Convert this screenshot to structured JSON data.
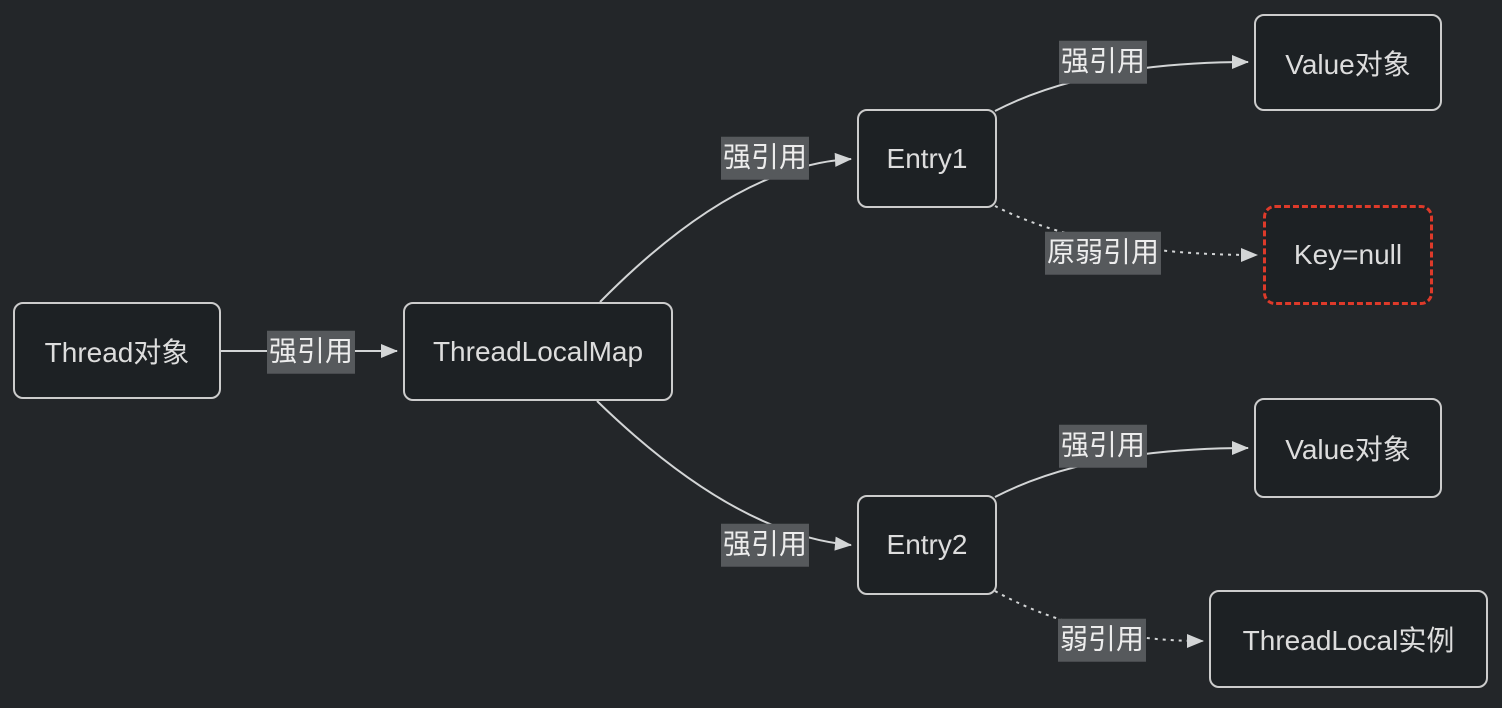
{
  "diagram": {
    "nodes": {
      "thread": {
        "label": "Thread对象"
      },
      "map": {
        "label": "ThreadLocalMap"
      },
      "entry1": {
        "label": "Entry1"
      },
      "value1": {
        "label": "Value对象"
      },
      "keynull": {
        "label": "Key=null"
      },
      "entry2": {
        "label": "Entry2"
      },
      "value2": {
        "label": "Value对象"
      },
      "tlinstance": {
        "label": "ThreadLocal实例"
      }
    },
    "edges": {
      "thread_map": {
        "label": "强引用",
        "style": "solid"
      },
      "map_entry1": {
        "label": "强引用",
        "style": "solid"
      },
      "entry1_value1": {
        "label": "强引用",
        "style": "solid"
      },
      "entry1_keynull": {
        "label": "原弱引用",
        "style": "dotted"
      },
      "map_entry2": {
        "label": "强引用",
        "style": "solid"
      },
      "entry2_value2": {
        "label": "强引用",
        "style": "solid"
      },
      "entry2_tlinstance": {
        "label": "弱引用",
        "style": "dotted"
      }
    },
    "colors": {
      "background": "#232629",
      "node_fill": "#1d2124",
      "node_border": "#cccccc",
      "node_text": "#dddddd",
      "edge": "#d3d5d6",
      "edge_label_bg": "#56595c",
      "edge_label_text": "#ededed",
      "danger": "#dd3a2a"
    }
  }
}
